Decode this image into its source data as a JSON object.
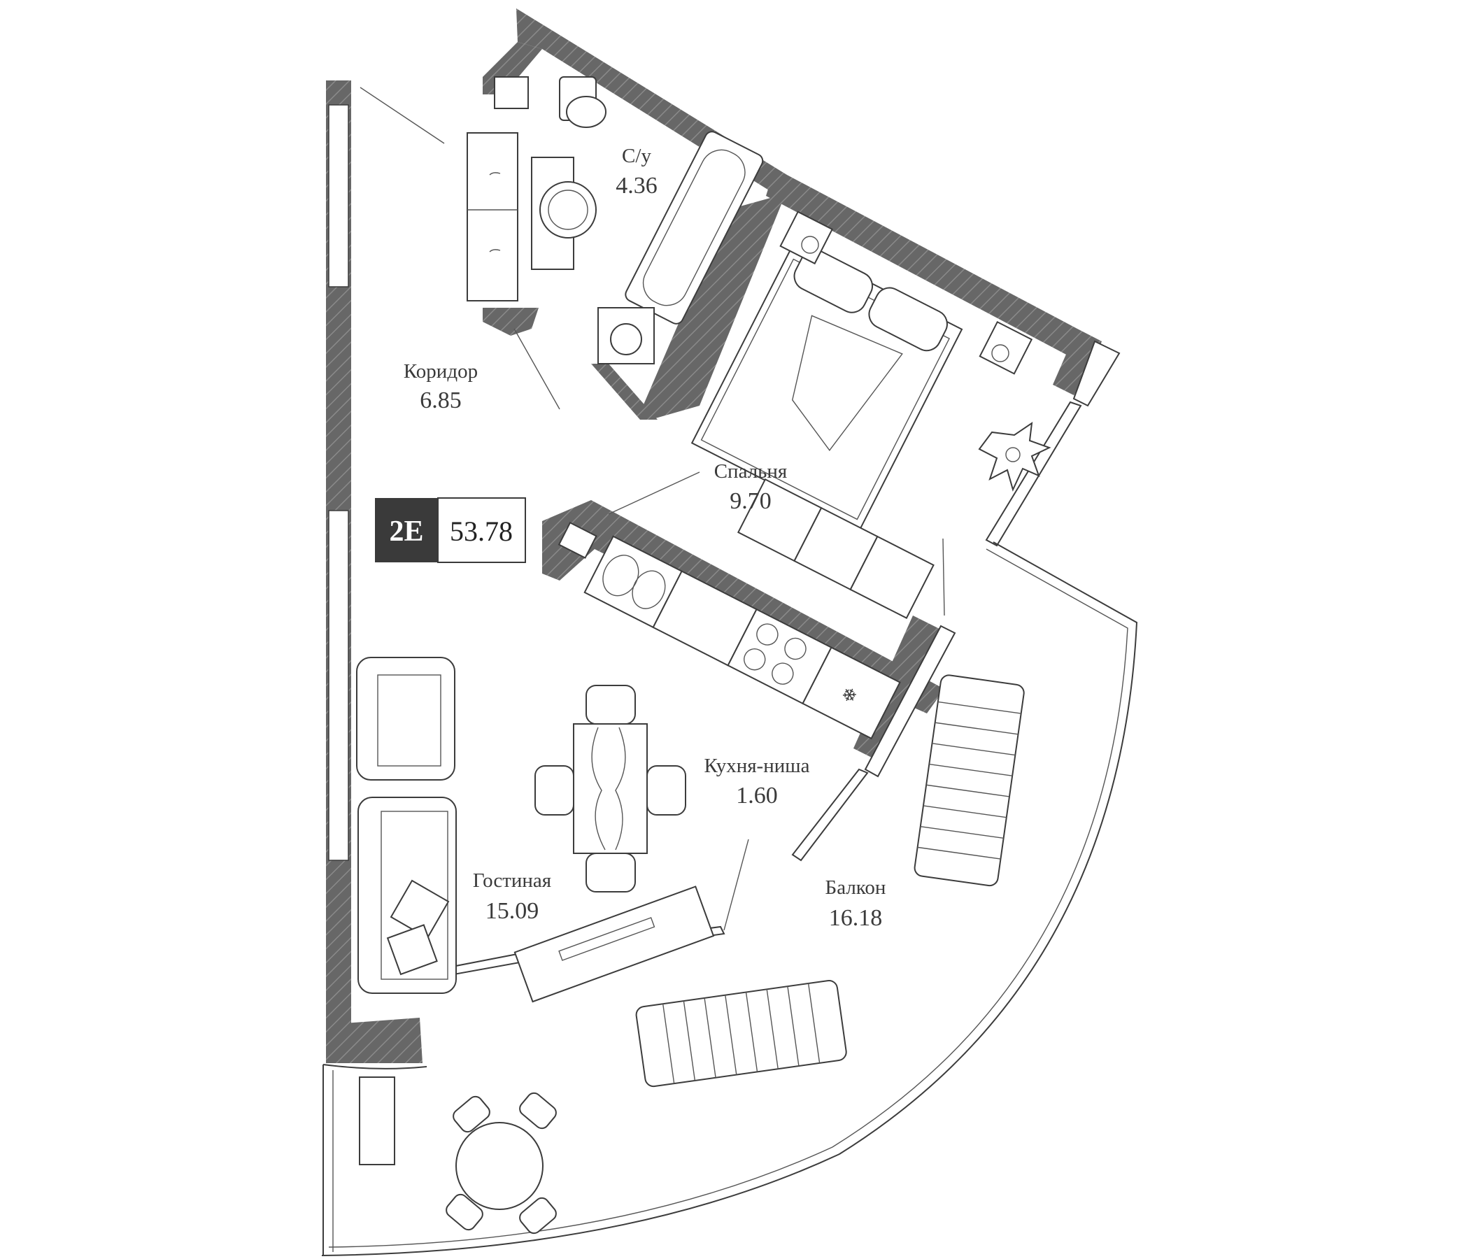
{
  "plan": {
    "unit_code": "2E",
    "total_area": "53.78",
    "rooms": [
      {
        "id": "bathroom",
        "name": "С/у",
        "area": "4.36"
      },
      {
        "id": "corridor",
        "name": "Коридор",
        "area": "6.85"
      },
      {
        "id": "bedroom",
        "name": "Спальня",
        "area": "9.70"
      },
      {
        "id": "kitchen",
        "name": "Кухня-ниша",
        "area": "1.60"
      },
      {
        "id": "living",
        "name": "Гостиная",
        "area": "15.09"
      },
      {
        "id": "balcony",
        "name": "Балкон",
        "area": "16.18"
      }
    ],
    "colors": {
      "wall": "#676767",
      "badge_dark": "#3a3a3a",
      "line": "#3c3c3c"
    }
  }
}
